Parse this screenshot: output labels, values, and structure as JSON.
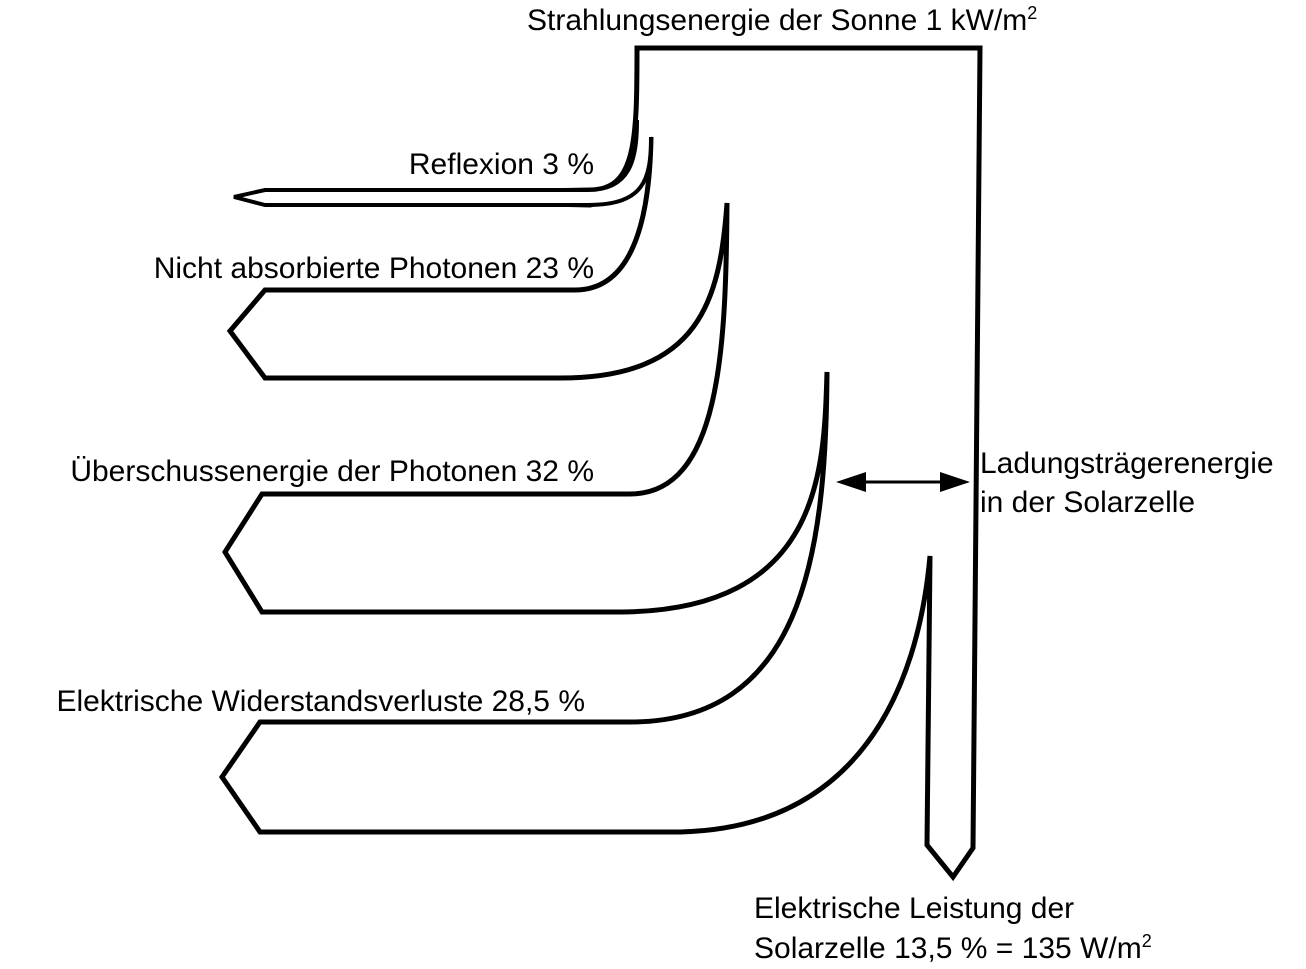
{
  "diagram": {
    "type": "sankey",
    "source": {
      "text": "Strahlungsenergie der Sonne 1 kW/m",
      "superscript": "2"
    },
    "losses": [
      {
        "id": "reflexion",
        "text": "Reflexion 3 %"
      },
      {
        "id": "nicht-absorbiert",
        "text": "Nicht absorbierte Photonen 23 %"
      },
      {
        "id": "ueberschuss",
        "text": "Überschussenergie der Photonen 32 %"
      },
      {
        "id": "widerstand",
        "text": "Elektrische Widerstandsverluste 28,5 %"
      }
    ],
    "width_marker": {
      "line1": "Ladungsträgerenergie",
      "line2": "in der Solarzelle"
    },
    "output": {
      "line1": "Elektrische Leistung der",
      "line2_text": "Solarzelle 13,5 % = 135 W/m",
      "line2_superscript": "2"
    }
  }
}
